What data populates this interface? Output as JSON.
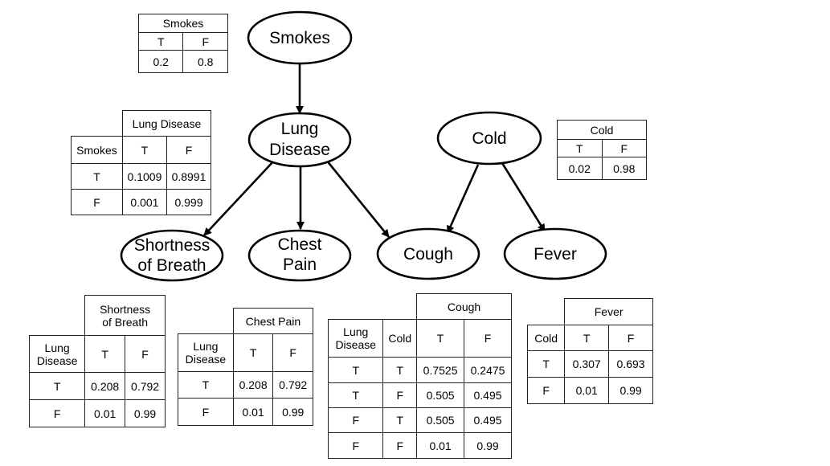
{
  "nodes": {
    "smokes": [
      "Smokes"
    ],
    "lung_disease": [
      "Lung",
      "Disease"
    ],
    "cold": [
      "Cold"
    ],
    "shortness": [
      "Shortness",
      "of Breath"
    ],
    "chest_pain": [
      "Chest",
      "Pain"
    ],
    "cough": [
      "Cough"
    ],
    "fever": [
      "Fever"
    ]
  },
  "tables": {
    "smokes": {
      "title": "Smokes",
      "cols": [
        "T",
        "F"
      ],
      "values": [
        "0.2",
        "0.8"
      ]
    },
    "lung_disease": {
      "title": "Lung Disease",
      "parent": "Smokes",
      "cols": [
        "T",
        "F"
      ],
      "rows": [
        {
          "cond": "T",
          "values": [
            "0.1009",
            "0.8991"
          ]
        },
        {
          "cond": "F",
          "values": [
            "0.001",
            "0.999"
          ]
        }
      ]
    },
    "cold": {
      "title": "Cold",
      "cols": [
        "T",
        "F"
      ],
      "values": [
        "0.02",
        "0.98"
      ]
    },
    "shortness": {
      "title_line1": "Shortness",
      "title_line2": "of Breath",
      "parent_line1": "Lung",
      "parent_line2": "Disease",
      "cols": [
        "T",
        "F"
      ],
      "rows": [
        {
          "cond": "T",
          "values": [
            "0.208",
            "0.792"
          ]
        },
        {
          "cond": "F",
          "values": [
            "0.01",
            "0.99"
          ]
        }
      ]
    },
    "chest_pain": {
      "title": "Chest Pain",
      "parent_line1": "Lung",
      "parent_line2": "Disease",
      "cols": [
        "T",
        "F"
      ],
      "rows": [
        {
          "cond": "T",
          "values": [
            "0.208",
            "0.792"
          ]
        },
        {
          "cond": "F",
          "values": [
            "0.01",
            "0.99"
          ]
        }
      ]
    },
    "cough": {
      "title": "Cough",
      "parent1_line1": "Lung",
      "parent1_line2": "Disease",
      "parent2": "Cold",
      "cols": [
        "T",
        "F"
      ],
      "rows": [
        {
          "c1": "T",
          "c2": "T",
          "values": [
            "0.7525",
            "0.2475"
          ]
        },
        {
          "c1": "T",
          "c2": "F",
          "values": [
            "0.505",
            "0.495"
          ]
        },
        {
          "c1": "F",
          "c2": "T",
          "values": [
            "0.505",
            "0.495"
          ]
        },
        {
          "c1": "F",
          "c2": "F",
          "values": [
            "0.01",
            "0.99"
          ]
        }
      ]
    },
    "fever": {
      "title": "Fever",
      "parent": "Cold",
      "cols": [
        "T",
        "F"
      ],
      "rows": [
        {
          "cond": "T",
          "values": [
            "0.307",
            "0.693"
          ]
        },
        {
          "cond": "F",
          "values": [
            "0.01",
            "0.99"
          ]
        }
      ]
    }
  }
}
